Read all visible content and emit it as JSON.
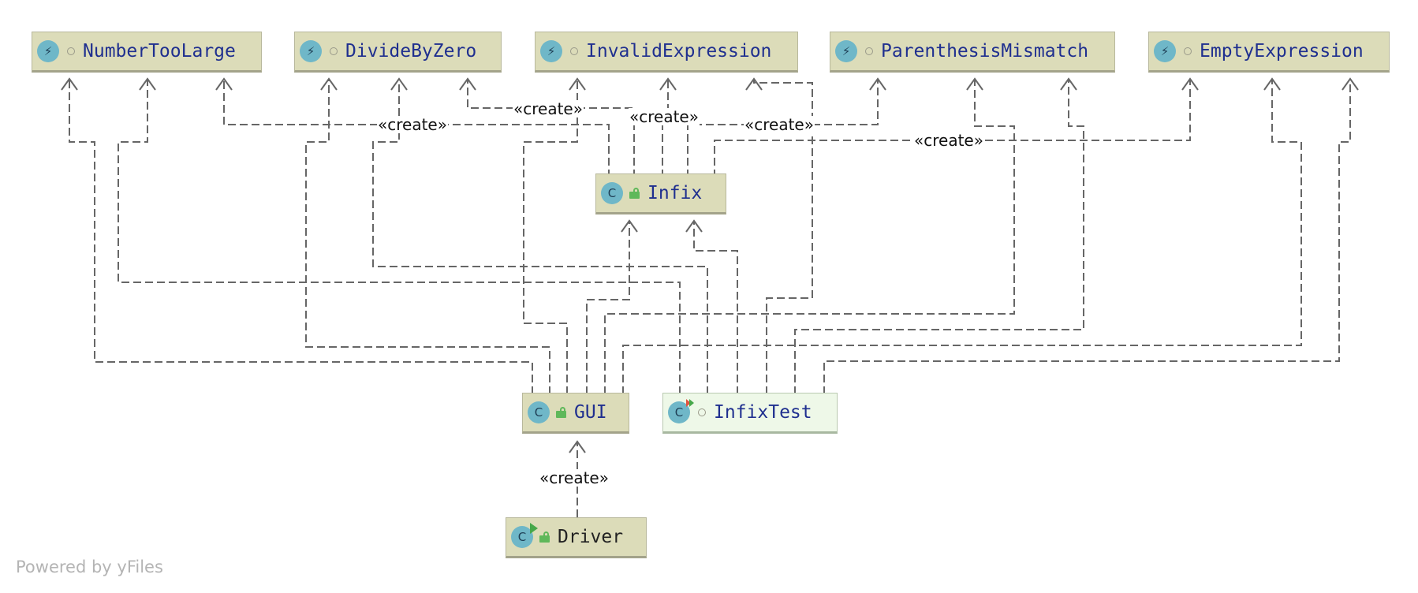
{
  "nodes": {
    "number_too_large": {
      "name": "NumberTooLarge",
      "icon": "exception-icon"
    },
    "divide_by_zero": {
      "name": "DivideByZero",
      "icon": "exception-icon"
    },
    "invalid_expression": {
      "name": "InvalidExpression",
      "icon": "exception-icon"
    },
    "parenthesis_mismatch": {
      "name": "ParenthesisMismatch",
      "icon": "exception-icon"
    },
    "empty_expression": {
      "name": "EmptyExpression",
      "icon": "exception-icon"
    },
    "infix": {
      "name": "Infix",
      "icon": "class-icon",
      "badge_letter": "C"
    },
    "gui": {
      "name": "GUI",
      "icon": "class-icon",
      "badge_letter": "C"
    },
    "infix_test": {
      "name": "InfixTest",
      "icon": "test-class-icon",
      "badge_letter": "C"
    },
    "driver": {
      "name": "Driver",
      "icon": "runnable-class-icon",
      "badge_letter": "C"
    }
  },
  "create_label": "«create»",
  "footer": "Powered by yFiles",
  "colors": {
    "node_fill": "#dcdcb9",
    "test_node_fill": "#eef8e8",
    "class_name": "#1f2f8f",
    "edge": "#666666",
    "badge": "#6fb7c8",
    "lock": "#5fb85a"
  }
}
